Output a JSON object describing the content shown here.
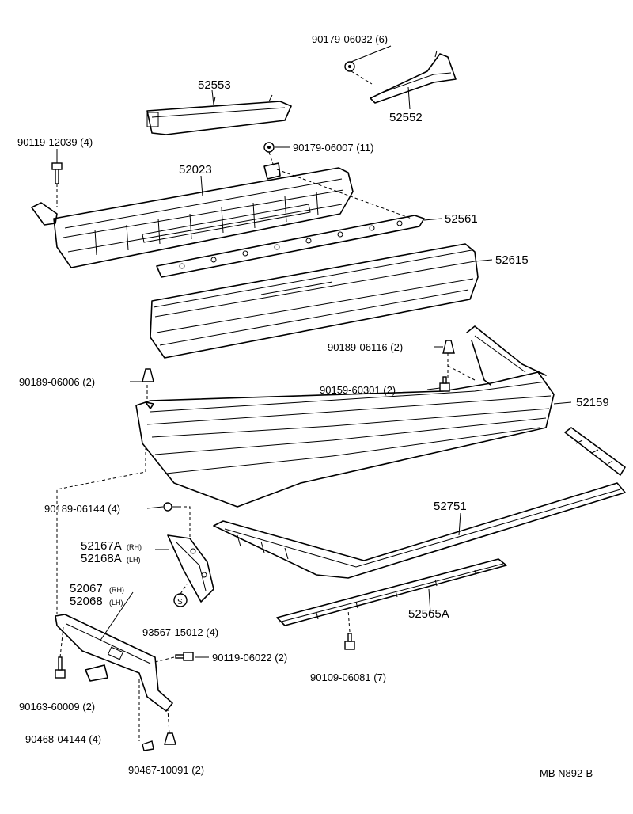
{
  "diagram": {
    "code": "MB N892-B",
    "parts": [
      {
        "id": "p90179_06032",
        "label": "90179-06032 (6)"
      },
      {
        "id": "p52553",
        "label": "52553"
      },
      {
        "id": "p52552",
        "label": "52552"
      },
      {
        "id": "p90119_12039",
        "label": "90119-12039 (4)"
      },
      {
        "id": "p90179_06007",
        "label": "90179-06007 (11)"
      },
      {
        "id": "p52023",
        "label": "52023"
      },
      {
        "id": "p52561",
        "label": "52561"
      },
      {
        "id": "p52615",
        "label": "52615"
      },
      {
        "id": "p90189_06116",
        "label": "90189-06116 (2)"
      },
      {
        "id": "p90189_06006",
        "label": "90189-06006 (2)"
      },
      {
        "id": "p90159_60301",
        "label": "90159-60301 (2)"
      },
      {
        "id": "p52159",
        "label": "52159"
      },
      {
        "id": "p90189_06144",
        "label": "90189-06144 (4)"
      },
      {
        "id": "p52751",
        "label": "52751"
      },
      {
        "id": "p52167A",
        "label": "52167A",
        "suffix": "(RH)"
      },
      {
        "id": "p52168A",
        "label": "52168A",
        "suffix": "(LH)"
      },
      {
        "id": "p52067",
        "label": "52067",
        "suffix": "(RH)"
      },
      {
        "id": "p52068",
        "label": "52068",
        "suffix": "(LH)"
      },
      {
        "id": "p52565A",
        "label": "52565A"
      },
      {
        "id": "p93567_15012",
        "label": "93567-15012 (4)"
      },
      {
        "id": "p90119_06022",
        "label": "90119-06022 (2)"
      },
      {
        "id": "p90109_06081",
        "label": "90109-06081 (7)"
      },
      {
        "id": "p90163_60009",
        "label": "90163-60009 (2)"
      },
      {
        "id": "p90468_04144",
        "label": "90468-04144 (4)"
      },
      {
        "id": "p90467_10091",
        "label": "90467-10091 (2)"
      }
    ],
    "s_marker": "S"
  }
}
